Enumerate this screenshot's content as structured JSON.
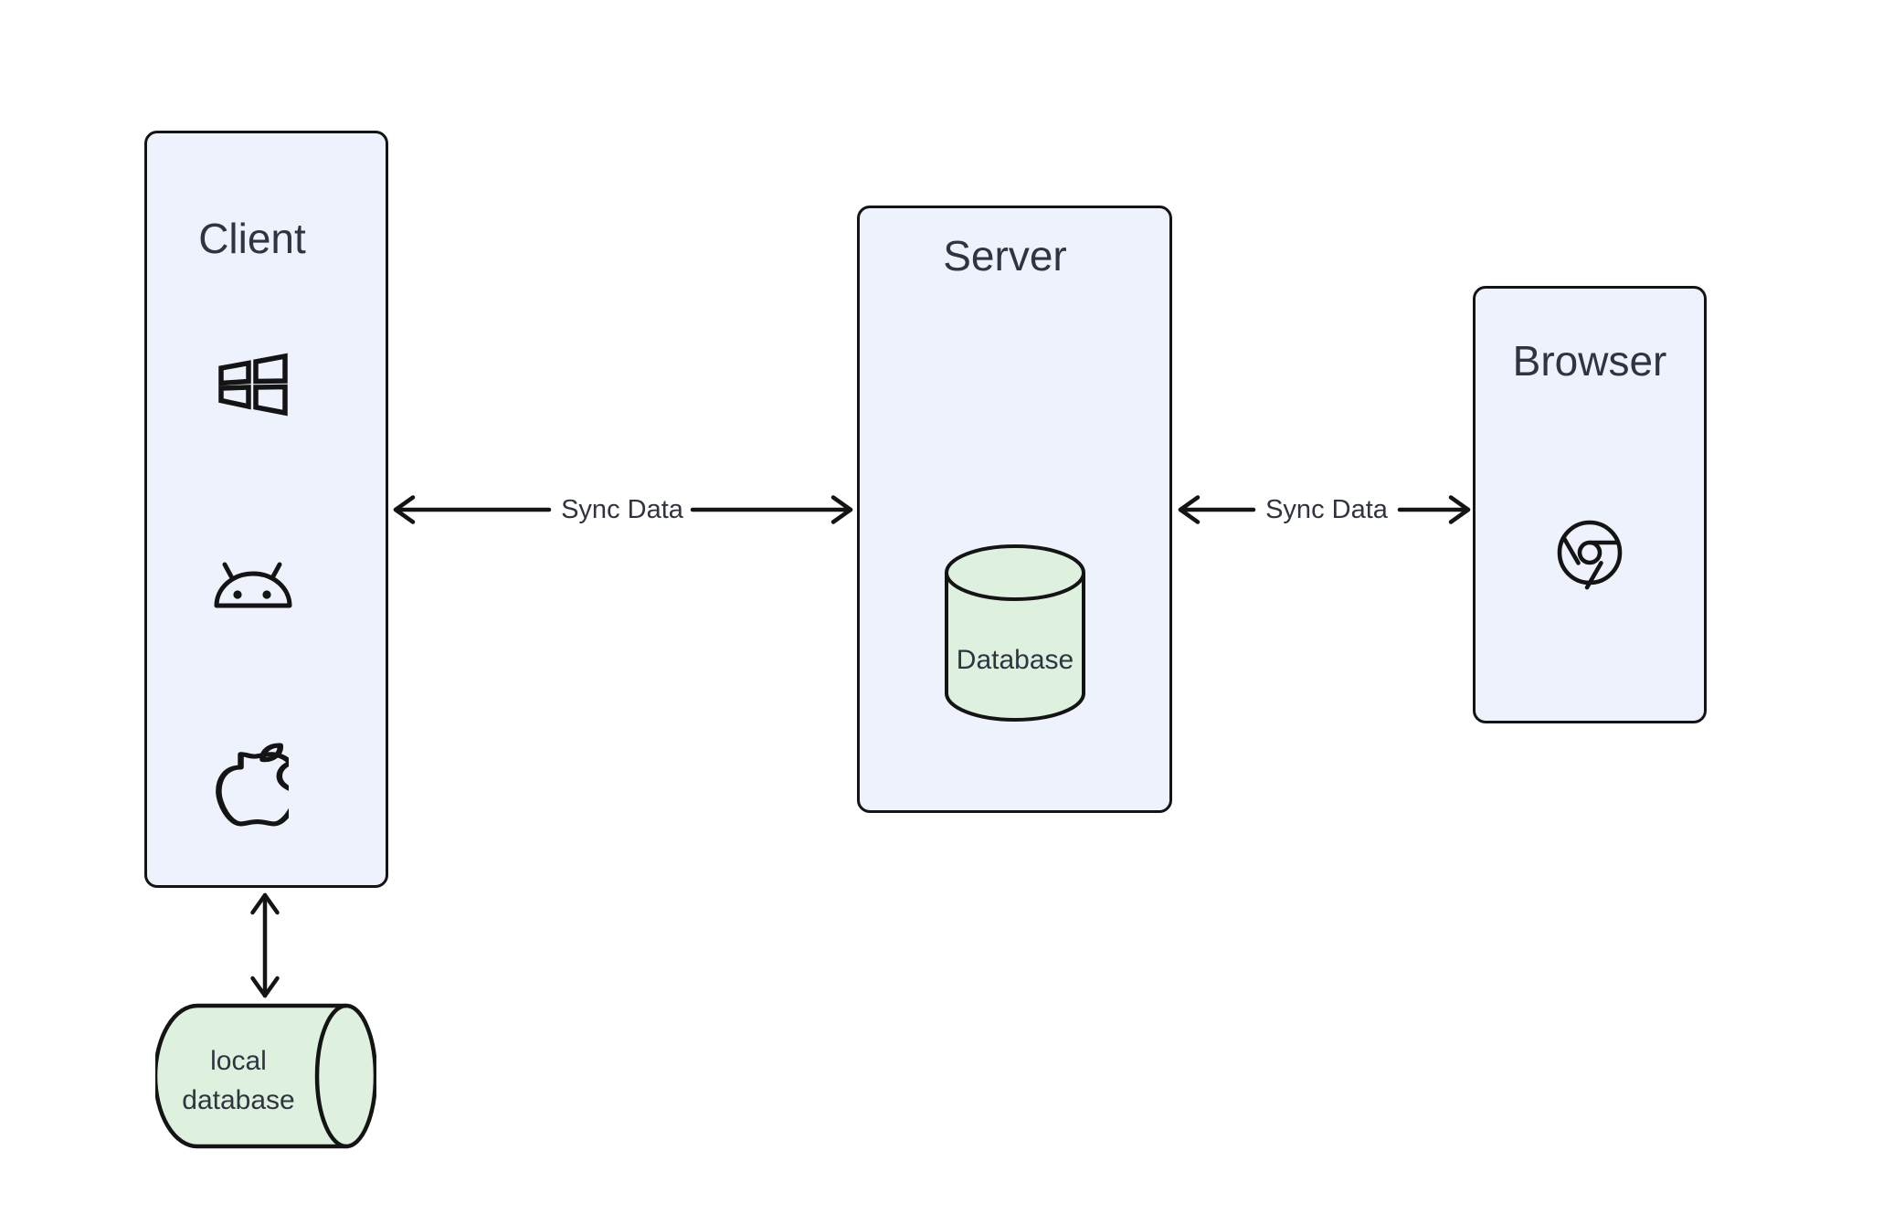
{
  "diagram_type": "architecture-flowchart",
  "colors": {
    "background": "#ffffff",
    "node_fill": "#eef2fc",
    "node_border": "#141414",
    "cylinder_fill": "#def1df",
    "text": "#2f3440"
  },
  "nodes": {
    "client": {
      "title": "Client",
      "icons": [
        "windows-icon",
        "android-icon",
        "apple-icon"
      ]
    },
    "server": {
      "title": "Server",
      "database": {
        "label": "Database",
        "shape": "cylinder"
      }
    },
    "browser": {
      "title": "Browser",
      "icons": [
        "chrome-icon"
      ]
    },
    "local_database": {
      "label": "local database",
      "shape": "horizontal-cylinder"
    }
  },
  "edges": [
    {
      "from": "client",
      "to": "server",
      "label": "Sync Data",
      "direction": "bidirectional"
    },
    {
      "from": "server",
      "to": "browser",
      "label": "Sync Data",
      "direction": "bidirectional"
    },
    {
      "from": "client",
      "to": "local_database",
      "label": "",
      "direction": "bidirectional"
    }
  ]
}
